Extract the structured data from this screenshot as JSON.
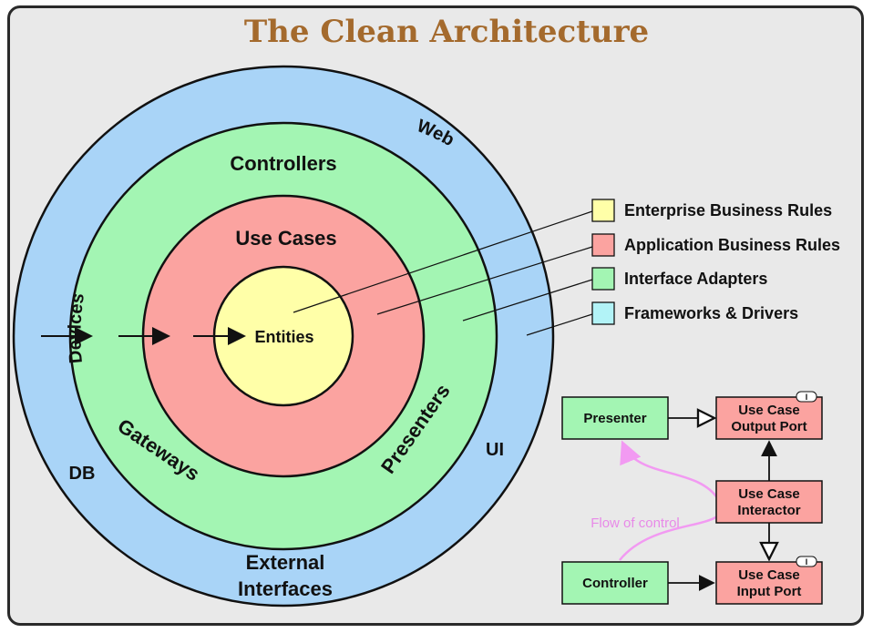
{
  "title": "The Clean Architecture",
  "rings": {
    "outer": {
      "labels": {
        "devices": "Devices",
        "web": "Web",
        "db": "DB",
        "ui": "UI",
        "external_1": "External",
        "external_2": "Interfaces"
      }
    },
    "adapters": {
      "labels": {
        "controllers": "Controllers",
        "gateways": "Gateways",
        "presenters": "Presenters"
      }
    },
    "use_cases": {
      "label": "Use Cases"
    },
    "entities": {
      "label": "Entities"
    }
  },
  "legend": [
    {
      "label": "Enterprise Business Rules",
      "color": "#ffffa8"
    },
    {
      "label": "Application Business Rules",
      "color": "#fba3a0"
    },
    {
      "label": "Interface Adapters",
      "color": "#a3f5b3"
    },
    {
      "label": "Frameworks & Drivers",
      "color": "#b2f3f7"
    }
  ],
  "colors": {
    "outer_ring": "#a9d4f7",
    "adapters_ring": "#a3f5b3",
    "use_cases_ring": "#fba3a0",
    "entities_core": "#ffffa8",
    "flow": "#f29af2",
    "title": "#a46a2d"
  },
  "flow_diagram": {
    "presenter": "Presenter",
    "controller": "Controller",
    "output_port_1": "Use Case",
    "output_port_2": "Output Port",
    "interactor_1": "Use Case",
    "interactor_2": "Interactor",
    "input_port_1": "Use Case",
    "input_port_2": "Input Port",
    "interface_marker": "I",
    "flow_label": "Flow of control"
  }
}
